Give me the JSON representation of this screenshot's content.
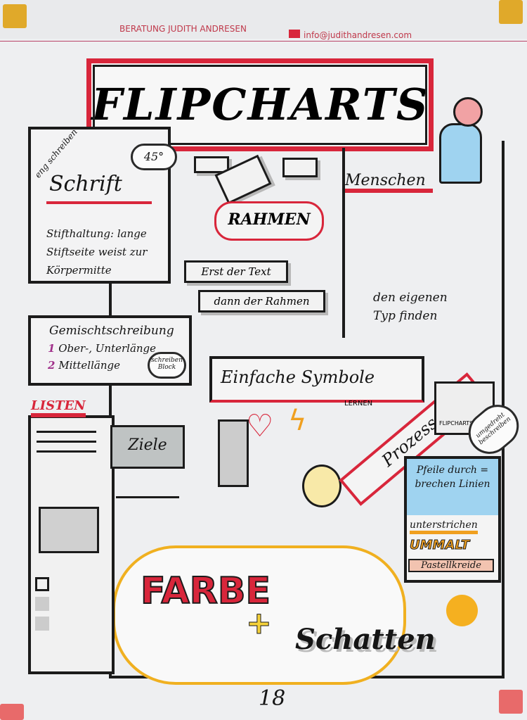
{
  "header": {
    "company": "BERATUNG JUDITH ANDRESEN",
    "email": "info@judithandresen.com",
    "email_icon": "envelope-icon",
    "brand_color": "#c0394b",
    "logo_color": "#e0a92a"
  },
  "title": "FLIPCHARTS",
  "schrift": {
    "side_note": "eng schreiben",
    "angle": "45°",
    "heading": "Schrift",
    "text": "Stifthaltung: lange Stiftseite weist zur Körpermitte"
  },
  "gemischt": {
    "heading": "Gemischtschreibung",
    "item1_num": "1",
    "item1": "Ober-, Unterlänge",
    "item2_num": "2",
    "item2": "Mittellänge",
    "cloud": "schreiben Block"
  },
  "rahmen": {
    "label": "RAHMEN",
    "step1": "Erst der Text",
    "step2": "dann der Rahmen"
  },
  "menschen": {
    "heading": "Menschen",
    "text": "den eigenen Typ finden"
  },
  "symbole": {
    "heading": "Einfache Symbole",
    "sub": "LERNEN"
  },
  "prozesse": {
    "label": "Prozesse",
    "flipchart": "FLIPCHARTS",
    "cloud": "umgedreht beschreiben"
  },
  "pfeile": "Pfeile durch = brechen Linien",
  "styles": {
    "underline": "unterstrichen",
    "outline": "UMMALT",
    "chalk": "Pastellkreide"
  },
  "listen": "LISTEN",
  "ziele": "Ziele",
  "farbe": "FARBE",
  "plus": "+",
  "schatten": "Schatten",
  "page_number": "18",
  "colors": {
    "red": "#d8263b",
    "orange": "#f0a020",
    "blue": "#9fd3f0",
    "yellow": "#f5d23a"
  }
}
